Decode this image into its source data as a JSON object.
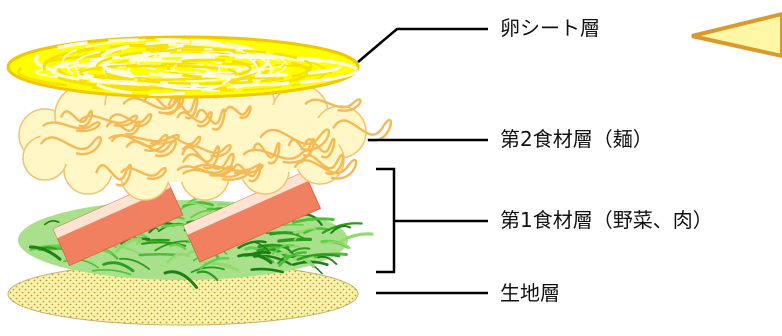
{
  "labels": {
    "egg_sheet": "卵シート層",
    "second": "第2食材層（麺）",
    "first": "第1食材層（野菜、肉）",
    "dough": "生地層"
  },
  "colors": {
    "egg_yellow": "#ffff00",
    "egg_outline": "#f2c600",
    "noodle_fill": "#fff7c6",
    "noodle_line": "#f5b955",
    "veg_green": "#3fae2a",
    "veg_light": "#a8e08c",
    "meat_fill": "#f08060",
    "meat_stripe": "#fde3d2",
    "dough_fill": "#faf2a8",
    "dough_dot": "#b89a3c",
    "callout_fill": "#fff6a6",
    "callout_outline": "#d99a2b",
    "line": "#000000"
  },
  "icons": [
    "callout-arrow-icon"
  ]
}
